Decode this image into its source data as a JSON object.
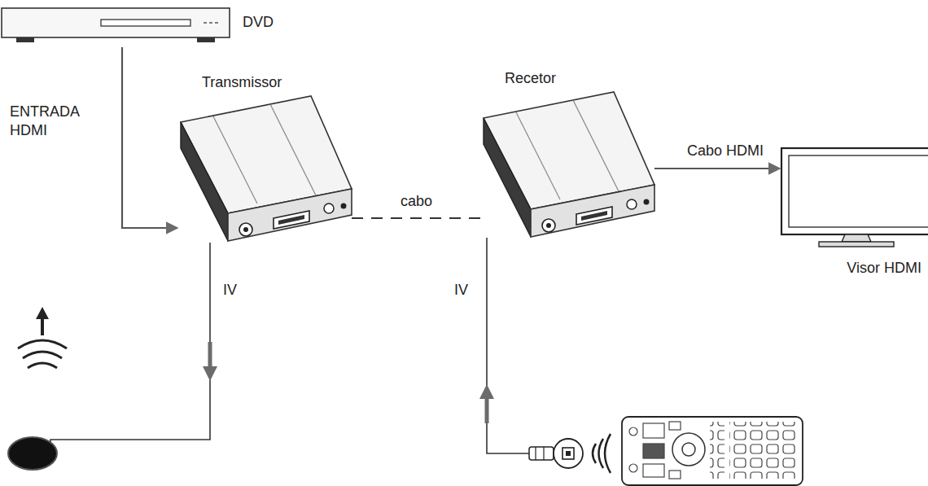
{
  "diagram": {
    "nodes": [
      {
        "text": [
          "DVD"
        ]
      },
      {
        "text": [
          "Transmissor"
        ]
      },
      {
        "text": [
          "Recetor"
        ]
      },
      {
        "text": [
          "Visor HDMI"
        ]
      }
    ],
    "edges": [
      {
        "from": 0,
        "to": 1,
        "label": "ENTRADA HDMI",
        "arrow": "to"
      },
      {
        "from": 1,
        "to": 2,
        "label": "cabo",
        "arrow": "none"
      },
      {
        "from": 2,
        "to": 3,
        "label": "Cabo HDMI",
        "arrow": "to"
      }
    ],
    "labels": [
      "IV",
      "IV"
    ]
  }
}
